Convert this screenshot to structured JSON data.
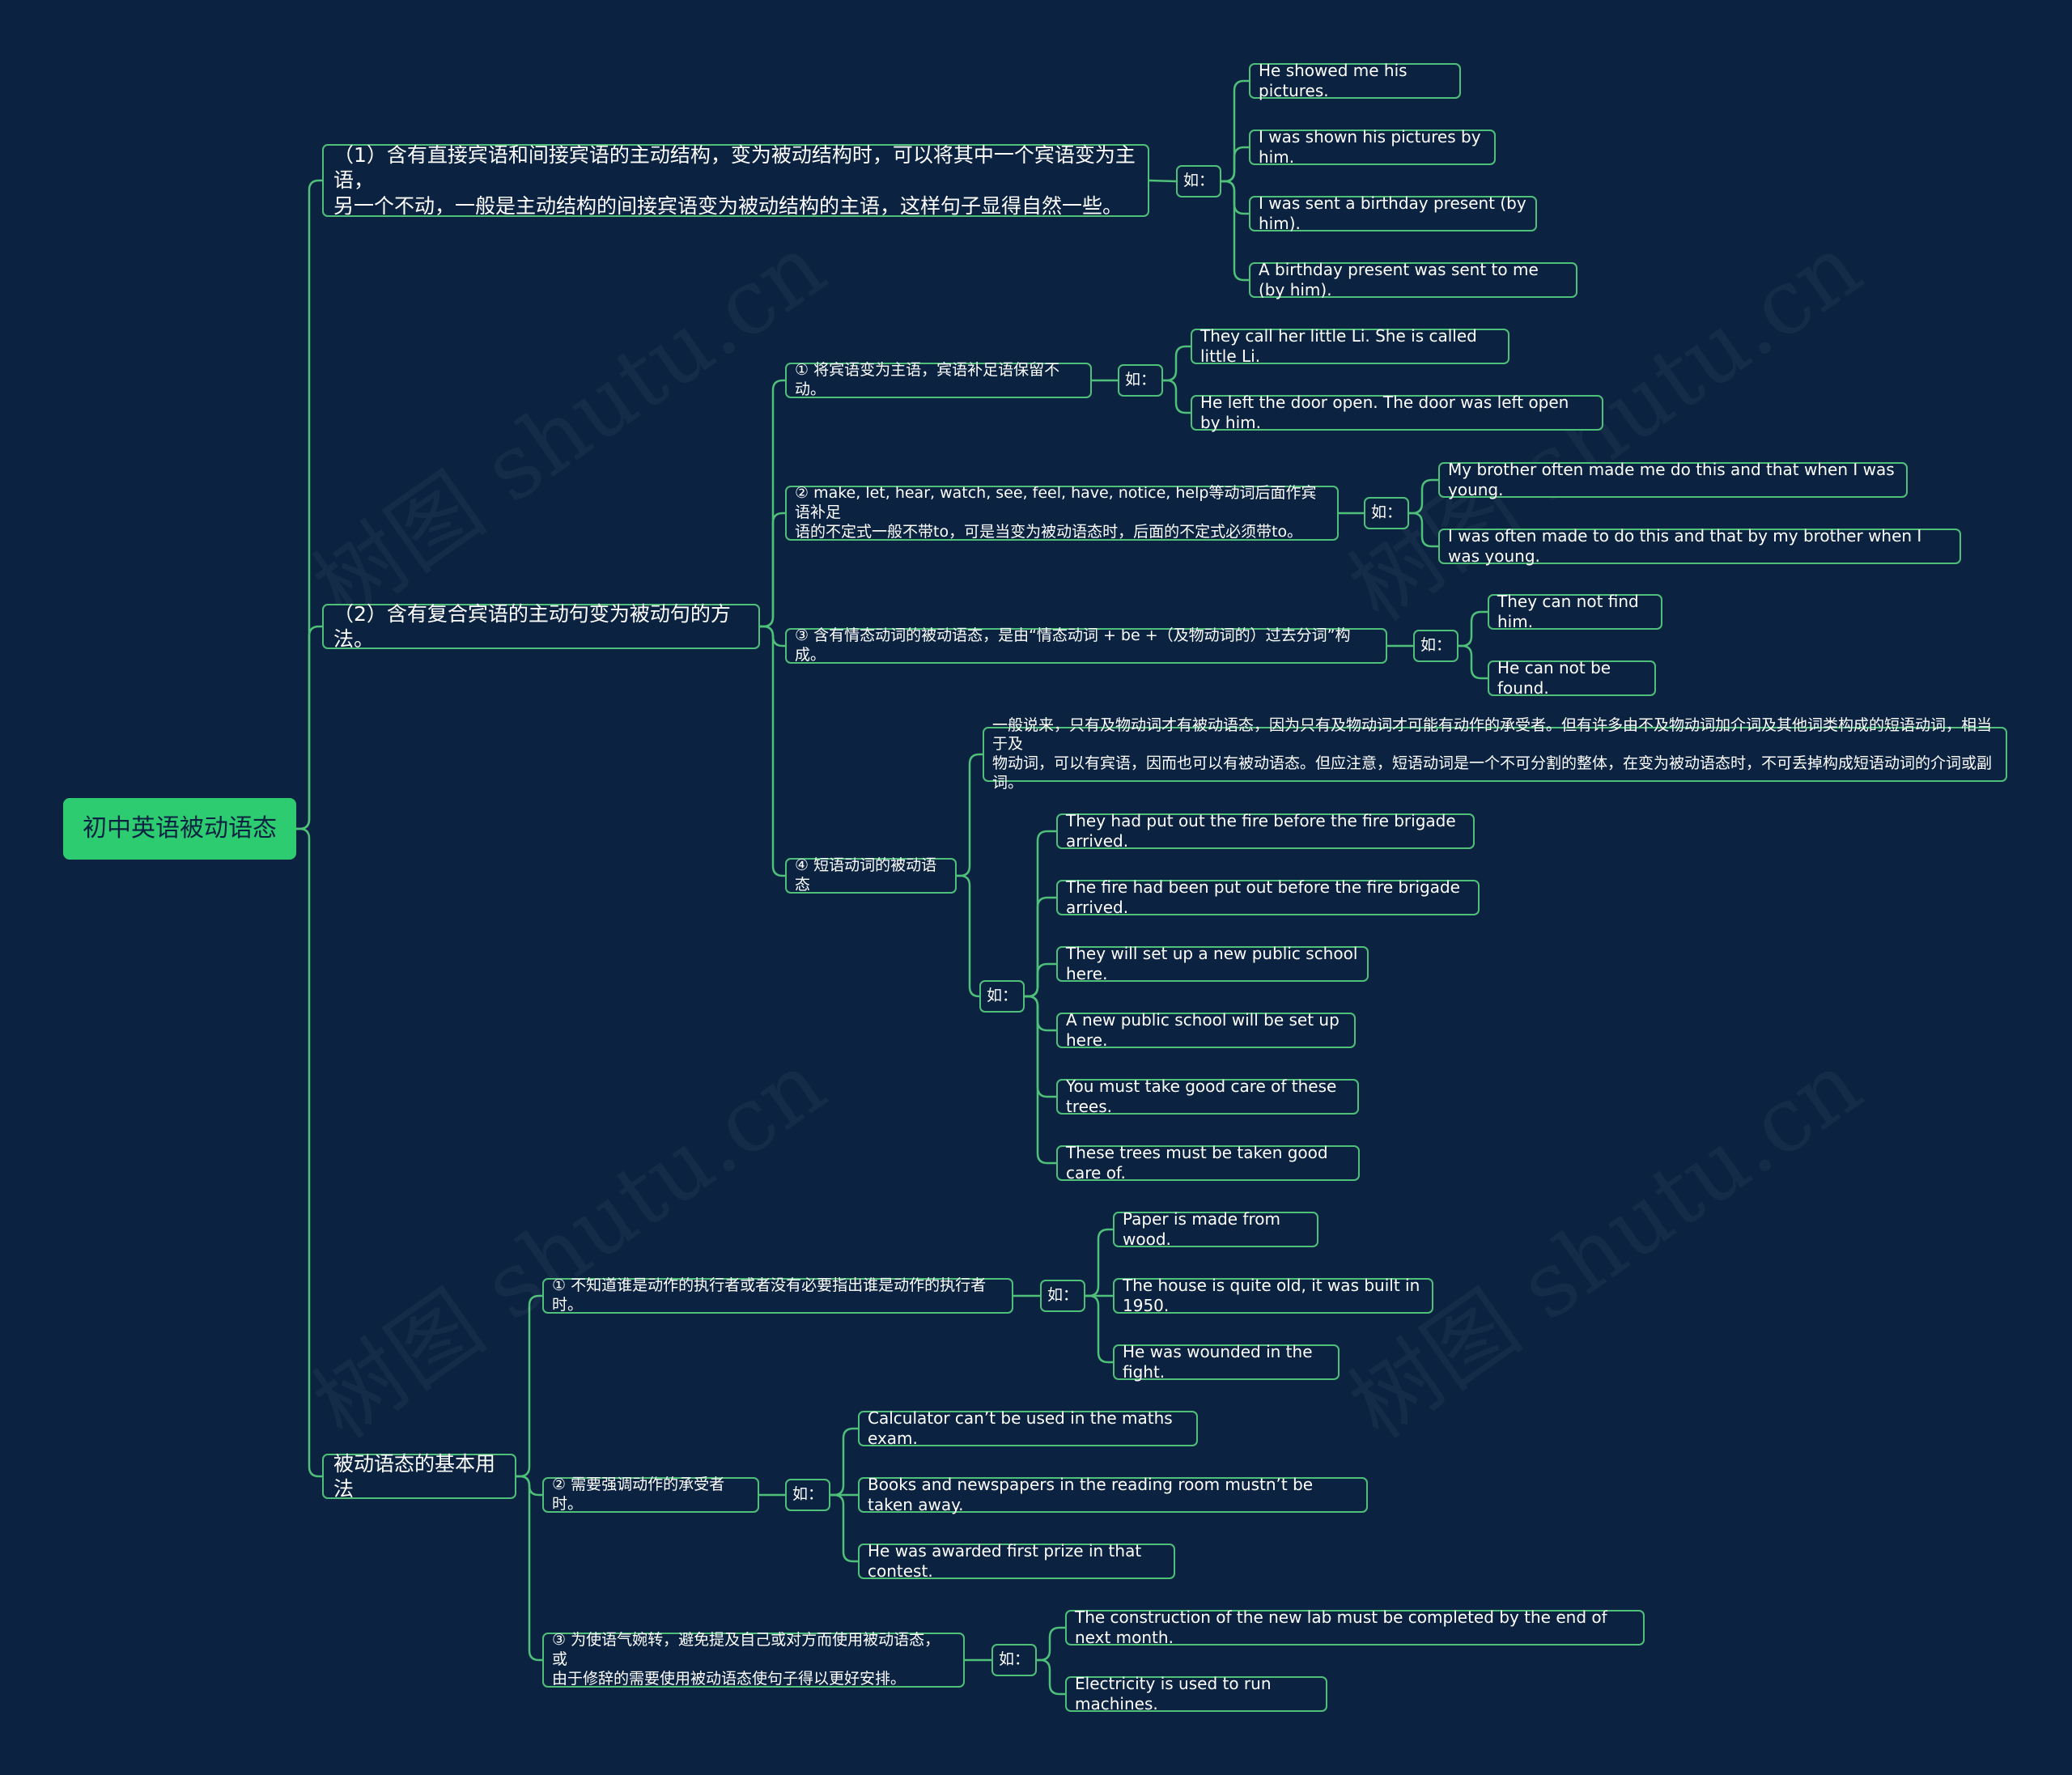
{
  "title": "初中英语被动语态",
  "watermark": "树图 shutu.cn",
  "colors": {
    "background": "#0b2340",
    "line": "#4fc07a",
    "root": "#2ecc71",
    "text": "#ffffff"
  },
  "branch1": {
    "label": "（1）含有直接宾语和间接宾语的主动结构，变为被动结构时，可以将其中一个宾语变为主语，\n另一个不动，一般是主动结构的间接宾语变为被动结构的主语，这样句子显得自然一些。",
    "ru": "如：",
    "examples": [
      "He showed me his pictures.",
      "I was shown his pictures by him.",
      "I was sent a birthday present (by him).",
      "A birthday present was sent to me (by him)."
    ]
  },
  "branch2": {
    "label": "（2）含有复合宾语的主动句变为被动句的方法。",
    "sub1": {
      "label": "① 将宾语变为主语，宾语补足语保留不动。",
      "ru": "如：",
      "examples": [
        "They call her little Li.   She is called little Li.",
        "He left the door open.   The door was left open by him."
      ]
    },
    "sub2": {
      "label": "② make, let, hear, watch, see, feel, have, notice, help等动词后面作宾语补足\n语的不定式一般不带to，可是当变为被动语态时，后面的不定式必须带to。",
      "ru": "如：",
      "examples": [
        "My brother often made me do this and that when I was young.",
        "I was often made to do this and that by my brother when I was young."
      ]
    },
    "sub3": {
      "label": "③ 含有情态动词的被动语态，是由“情态动词 + be +（及物动词的）过去分词”构成。",
      "ru": "如：",
      "examples": [
        "They can not find him.",
        "He can not be found."
      ]
    },
    "sub4": {
      "label": "④ 短语动词的被动语态",
      "note": "一般说来，只有及物动词才有被动语态，因为只有及物动词才可能有动作的承受者。但有许多由不及物动词加介词及其他词类构成的短语动词，相当于及\n物动词，可以有宾语，因而也可以有被动语态。但应注意，短语动词是一个不可分割的整体，在变为被动语态时，不可丢掉构成短语动词的介词或副词。",
      "ru": "如：",
      "examples": [
        "They had put out the fire before the fire brigade arrived.",
        "The fire had been put out before the fire brigade arrived.",
        "They will set up a new public school here.",
        "A new public school will be set up here.",
        "You must take good care of these trees.",
        "These trees must be taken good care of."
      ]
    }
  },
  "branch3": {
    "label": "被动语态的基本用法",
    "sub1": {
      "label": "① 不知道谁是动作的执行者或者没有必要指出谁是动作的执行者时。",
      "ru": "如：",
      "examples": [
        "Paper is made from wood.",
        "The house is quite old, it was built in 1950.",
        "He was wounded in the fight."
      ]
    },
    "sub2": {
      "label": "② 需要强调动作的承受者时。",
      "ru": "如：",
      "examples": [
        "Calculator can’t be used in the maths exam.",
        "Books and newspapers in the reading room mustn’t be taken away.",
        "He was awarded first prize in that contest."
      ]
    },
    "sub3": {
      "label": "③ 为使语气婉转，避免提及自己或对方而使用被动语态，或\n由于修辞的需要使用被动语态使句子得以更好安排。",
      "ru": "如：",
      "examples": [
        "The construction of the new lab must be completed by the end of next month.",
        "Electricity is used to run machines."
      ]
    }
  }
}
